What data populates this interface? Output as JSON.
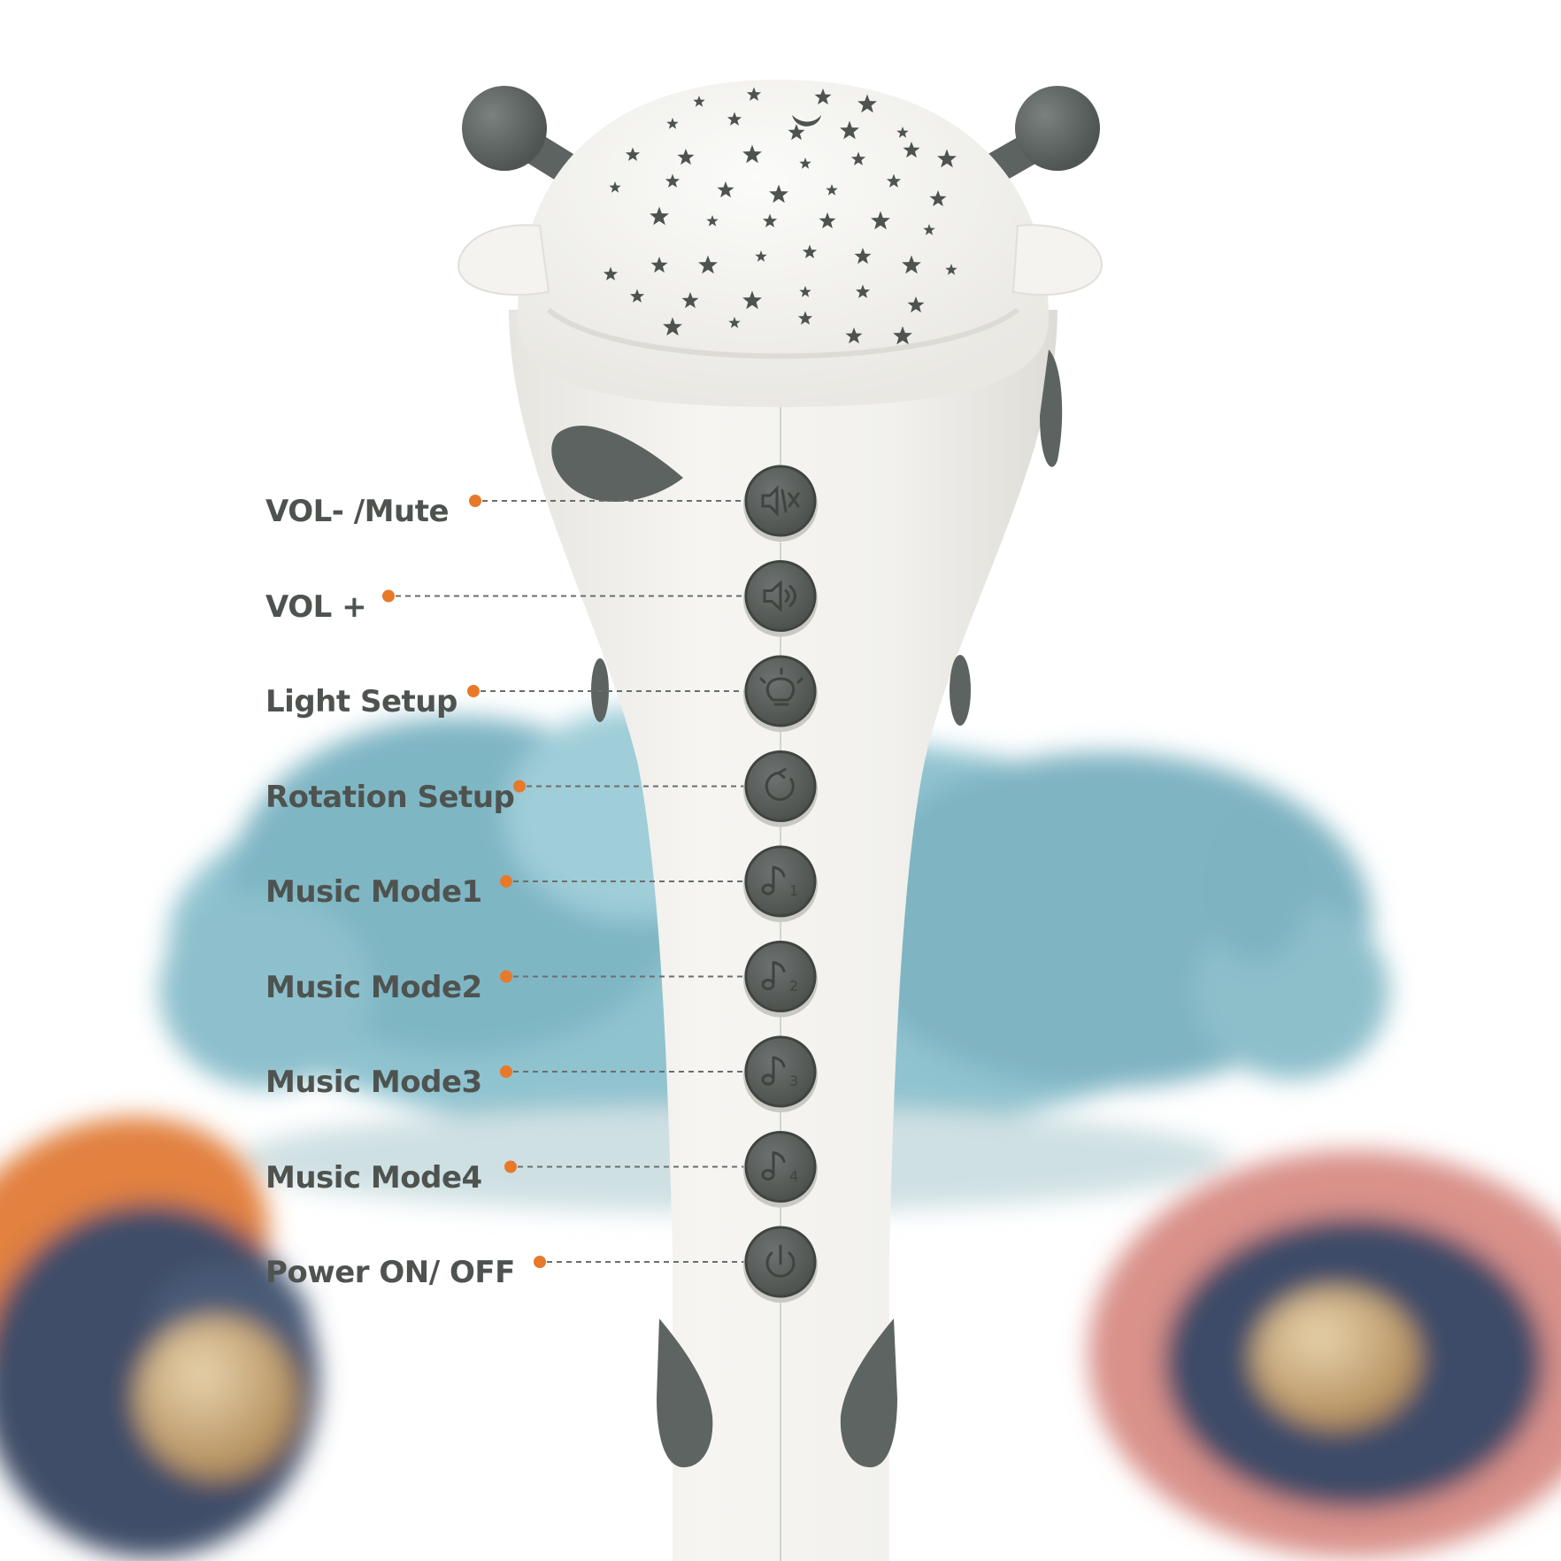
{
  "callouts": [
    {
      "label": "VOL- /Mute",
      "icon": "mute-icon"
    },
    {
      "label": "VOL +",
      "icon": "volume-up-icon"
    },
    {
      "label": "Light Setup",
      "icon": "light-bulb-icon"
    },
    {
      "label": "Rotation Setup",
      "icon": "rotation-icon"
    },
    {
      "label": "Music Mode1",
      "icon": "music-note-1-icon"
    },
    {
      "label": "Music Mode2",
      "icon": "music-note-2-icon"
    },
    {
      "label": "Music Mode3",
      "icon": "music-note-3-icon"
    },
    {
      "label": "Music Mode4",
      "icon": "music-note-4-icon"
    },
    {
      "label": "Power ON/ OFF",
      "icon": "power-icon"
    }
  ],
  "colors": {
    "background": "#ffffff",
    "body": "#f3f2ee",
    "button": "#5a5f5c",
    "antenna": "#5c6360",
    "accent_dot": "#e8792a",
    "label_text": "#4e5350",
    "blue_base": "#86bcc9",
    "blurred_orange": "#e07b3a",
    "blurred_pink": "#d98a80",
    "blurred_navy": "#3d4b66"
  }
}
